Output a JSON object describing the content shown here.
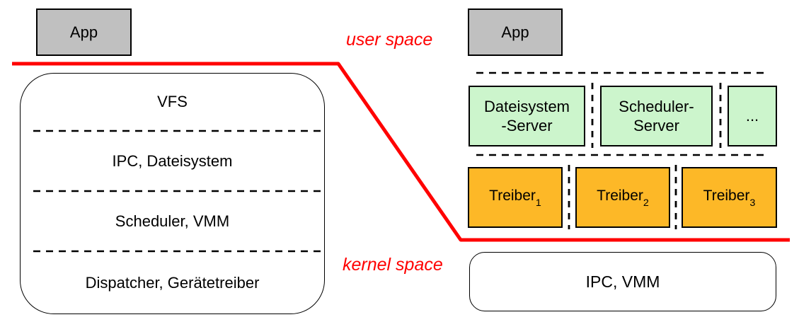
{
  "diagram": {
    "title_hint": "monolithic kernel vs microkernel architecture",
    "user_space_label": "user space",
    "kernel_space_label": "kernel space",
    "colors": {
      "boundary_red": "#FF0000",
      "app_gray": "#C0C0C0",
      "server_green": "#CCF5CC",
      "driver_orange": "#FDB827",
      "line_black": "#000000"
    }
  },
  "monolithic": {
    "app_label": "App",
    "layers": [
      "VFS",
      "IPC, Dateisystem",
      "Scheduler, VMM",
      "Dispatcher, Gerätetreiber"
    ]
  },
  "microkernel": {
    "app_label": "App",
    "servers": [
      {
        "line1": "Dateisystem",
        "line2": "-Server"
      },
      {
        "line1": "Scheduler-",
        "line2": "Server"
      },
      {
        "line1": "..."
      }
    ],
    "drivers": [
      {
        "base": "Treiber",
        "sub": "1"
      },
      {
        "base": "Treiber",
        "sub": "2"
      },
      {
        "base": "Treiber",
        "sub": "3"
      }
    ],
    "kernel_label": "IPC, VMM"
  }
}
